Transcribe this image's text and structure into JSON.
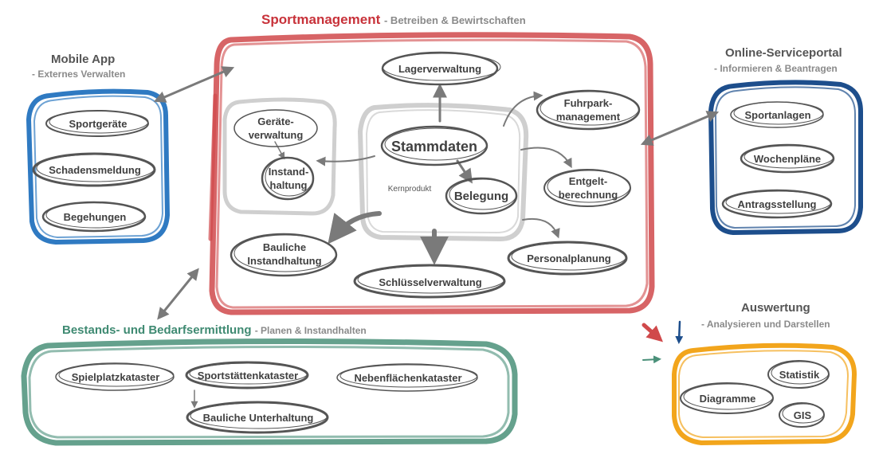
{
  "colors": {
    "red": "#d0494b",
    "blue": "#2f7ac2",
    "navy": "#1d4e8c",
    "green": "#4a9079",
    "orange": "#f2a51c",
    "gray": "#c9c9c9",
    "ink": "#444444",
    "arrow": "#7a7a7a"
  },
  "title": {
    "main": "Sportmanagement",
    "sub": "- Betreiben & Bewirtschaften"
  },
  "core": {
    "title": "Stammdaten",
    "caption": "Kernprodukt",
    "nodes": {
      "belegung": "Belegung",
      "lager": "Lagerverwaltung",
      "fuhrpark": [
        "Fuhrpark-",
        "management"
      ],
      "entgelt": [
        "Entgelt-",
        "berechnung"
      ],
      "personal": "Personalplanung",
      "schluessel": "Schlüsselverwaltung",
      "bauliche": [
        "Bauliche",
        "Instandhaltung"
      ],
      "geraete": [
        "Geräte-",
        "verwaltung"
      ],
      "instand": [
        "Instand-",
        "haltung"
      ]
    }
  },
  "mobile": {
    "title": "Mobile App",
    "subtitle": "- Externes Verwalten",
    "items": [
      "Sportgeräte",
      "Schadensmeldung",
      "Begehungen"
    ]
  },
  "portal": {
    "title": "Online-Serviceportal",
    "subtitle": "- Informieren & Beantragen",
    "items": [
      "Sportanlagen",
      "Wochenpläne",
      "Antragsstellung"
    ]
  },
  "bestand": {
    "title": "Bestands- und Bedarfsermittlung",
    "subtitle": "- Planen & Instandhalten",
    "items": [
      "Spielplatzkataster",
      "Sportstättenkataster",
      "Nebenflächenkataster",
      "Bauliche Unterhaltung"
    ]
  },
  "auswertung": {
    "title": "Auswertung",
    "subtitle": "- Analysieren und Darstellen",
    "items": [
      "Statistik",
      "Diagramme",
      "GIS"
    ]
  }
}
